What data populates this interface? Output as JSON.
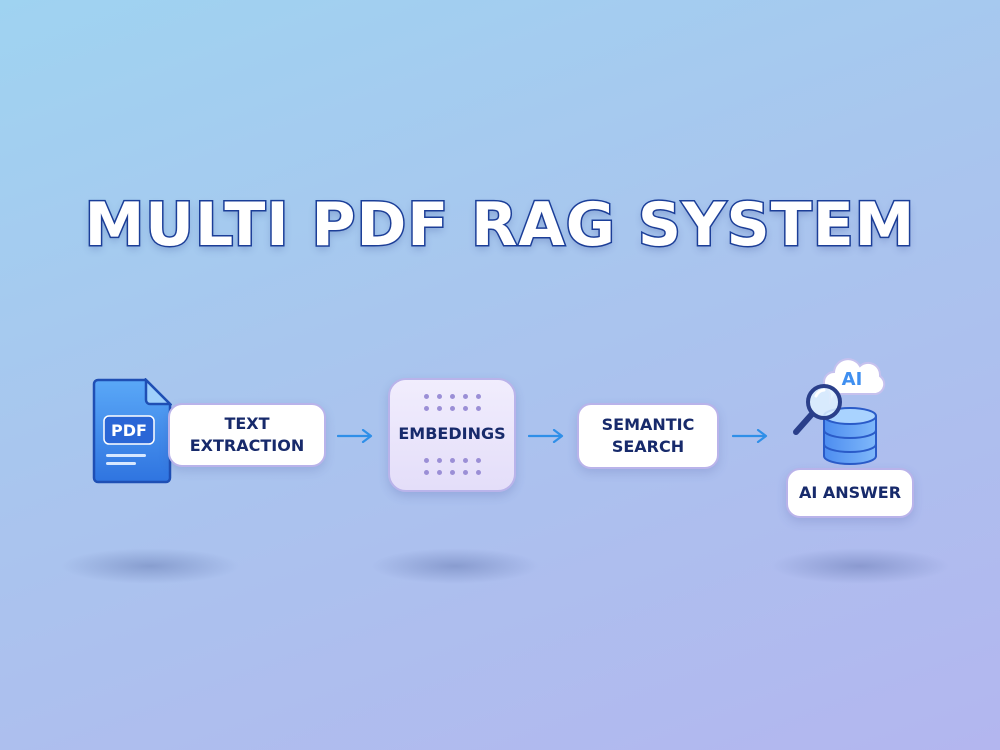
{
  "title": "MULTI PDF RAG SYSTEM",
  "steps": [
    {
      "id": "pdf",
      "icon": "pdf-document-icon",
      "label": "PDF"
    },
    {
      "id": "text-extraction",
      "line1": "TEXT",
      "line2": "EXTRACTION"
    },
    {
      "id": "embeddings",
      "label": "EMBEDINGS"
    },
    {
      "id": "semantic-search",
      "line1": "SEMANTIC",
      "line2": "SEARCH"
    },
    {
      "id": "ai-answer",
      "icon": "database-search-icon",
      "bubble": "AI",
      "label": "AI ANSWER"
    }
  ],
  "colors": {
    "title_stroke": "#1b3f9a",
    "card_border": "#b9b3ea",
    "text": "#172a6b",
    "arrow": "#2f8fe8",
    "pdf_blue": "#3f8ff0"
  }
}
